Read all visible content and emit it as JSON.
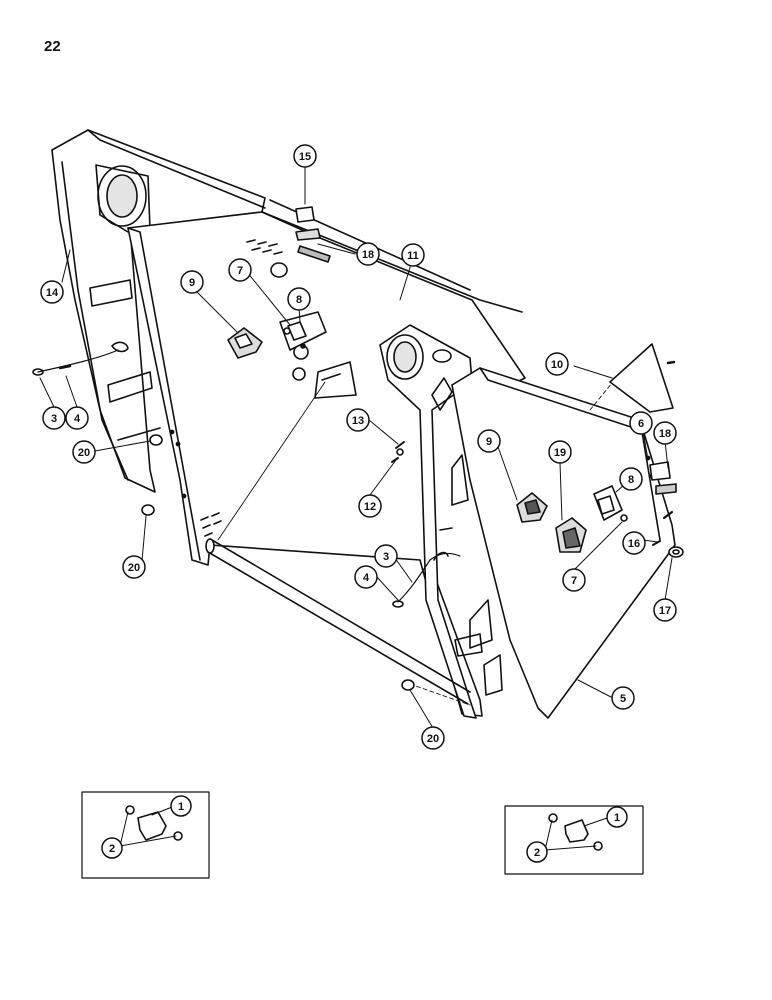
{
  "page": {
    "number": "22"
  },
  "callouts": [
    {
      "id": "c1",
      "label": "15"
    },
    {
      "id": "c2",
      "label": "18"
    },
    {
      "id": "c3",
      "label": "11"
    },
    {
      "id": "c4",
      "label": "14"
    },
    {
      "id": "c5",
      "label": "9"
    },
    {
      "id": "c6",
      "label": "7"
    },
    {
      "id": "c7",
      "label": "8"
    },
    {
      "id": "c8",
      "label": "10"
    },
    {
      "id": "c9",
      "label": "6"
    },
    {
      "id": "c10",
      "label": "18"
    },
    {
      "id": "c11",
      "label": "3"
    },
    {
      "id": "c12",
      "label": "4"
    },
    {
      "id": "c13",
      "label": "13"
    },
    {
      "id": "c14",
      "label": "20"
    },
    {
      "id": "c15",
      "label": "9"
    },
    {
      "id": "c16",
      "label": "19"
    },
    {
      "id": "c17",
      "label": "8"
    },
    {
      "id": "c18",
      "label": "12"
    },
    {
      "id": "c19",
      "label": "16"
    },
    {
      "id": "c20",
      "label": "7"
    },
    {
      "id": "c21",
      "label": "20"
    },
    {
      "id": "c22",
      "label": "3"
    },
    {
      "id": "c23",
      "label": "17"
    },
    {
      "id": "c24",
      "label": "4"
    },
    {
      "id": "c25",
      "label": "5"
    },
    {
      "id": "c26",
      "label": "20"
    },
    {
      "id": "c27",
      "label": "1"
    },
    {
      "id": "c28",
      "label": "2"
    },
    {
      "id": "c29",
      "label": "1"
    },
    {
      "id": "c30",
      "label": "2"
    }
  ],
  "colors": {
    "line": "#111111",
    "background": "#ffffff",
    "part_shade": "#d9d9d9"
  }
}
